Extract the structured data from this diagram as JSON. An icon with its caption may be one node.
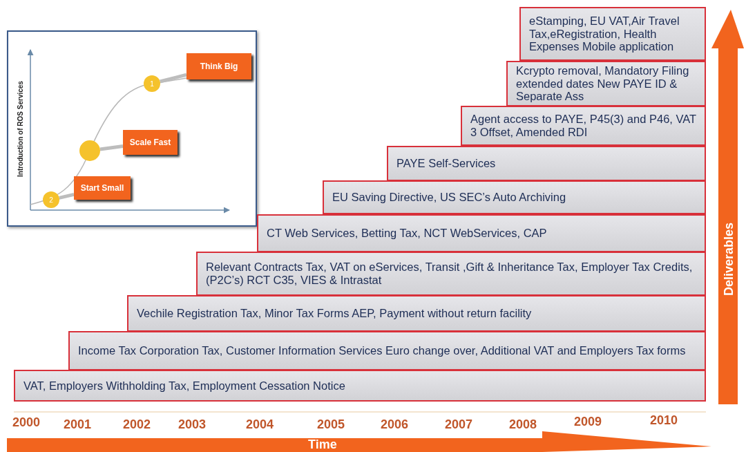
{
  "diagram": {
    "nodes": [
      {
        "text": [],
        "shape": "box"
      },
      {
        "text": [
          "Think Big"
        ],
        "in": 0
      },
      {
        "text": [
          "1"
        ],
        "in": 0
      },
      {
        "text": [
          "Scale Fast"
        ],
        "in": 0
      },
      {
        "text": [],
        "shape": "circle",
        "in": 0
      },
      {
        "text": [
          "Start Small"
        ],
        "in": 0
      },
      {
        "text": [
          "2"
        ],
        "in": 0
      },
      {
        "text": [
          "eStamping, EU VAT,Air Travel Tax,eRegistration, Health Expenses Mobile application"
        ]
      },
      {
        "text": [
          "Kcrypto removal, Mandatory Filing extended dates New PAYE ID & Separate Ass"
        ]
      },
      {
        "text": [
          "Agent access to PAYE, P45(3) and P46, VAT 3 Offset, Amended RDI"
        ]
      },
      {
        "text": [
          "PAYE Self-Services"
        ]
      },
      {
        "text": [
          "EU Saving Directive, US SEC’s Auto Archiving"
        ]
      },
      {
        "text": [
          "CT Web Services, Betting Tax, NCT WebServices, CAP"
        ]
      },
      {
        "text": [
          "Relevant Contracts Tax, VAT on eServices, Transit ,Gift & Inheritance Tax, Employer Tax Credits, (P2C’s) RCT C35, VIES & Intrastat"
        ]
      },
      {
        "text": [
          "Vechile Registration Tax, Minor Tax Forms AEP,  Payment without return facility"
        ]
      },
      {
        "text": [
          "Income Tax Corporation Tax, Customer Information Services Euro change over, Additional VAT and Employers Tax forms"
        ]
      },
      {
        "text": [
          "VAT, Employers Withholding Tax, Employment Cessation Notice"
        ]
      }
    ],
    "edges": [
      {
        "from": 2,
        "to": 1,
        "arrow": "none"
      },
      {
        "from": 4,
        "to": 3,
        "arrow": "none"
      },
      {
        "from": 6,
        "to": 5,
        "arrow": "none"
      }
    ],
    "labels": [
      "Introduction of ROS Services",
      "Deliverables",
      "2000",
      "2001",
      "2002",
      "2003",
      "2004",
      "2005",
      "2006",
      "2007",
      "2008",
      "2009",
      "2010",
      "Time"
    ]
  }
}
